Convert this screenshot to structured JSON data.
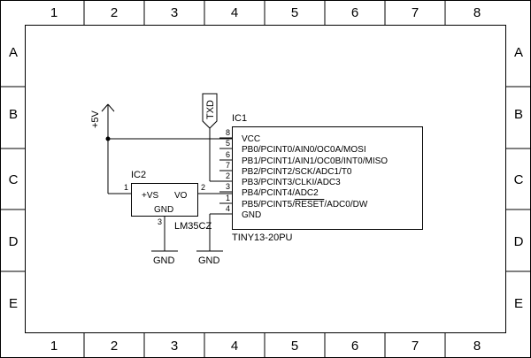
{
  "frame": {
    "columns": [
      "1",
      "2",
      "3",
      "4",
      "5",
      "6",
      "7",
      "8"
    ],
    "rows": [
      "A",
      "B",
      "C",
      "D",
      "E"
    ]
  },
  "ic1": {
    "ref": "IC1",
    "value": "TINY13-20PU",
    "pins": [
      {
        "num": "8",
        "name": "VCC"
      },
      {
        "num": "5",
        "name": "PB0/PCINT0/AIN0/OC0A/MOSI"
      },
      {
        "num": "6",
        "name": "PB1/PCINT1/AIN1/OC0B/INT0/MISO"
      },
      {
        "num": "7",
        "name": "PB2/PCINT2/SCK/ADC1/T0"
      },
      {
        "num": "2",
        "name": "PB3/PCINT3/CLKI/ADC3"
      },
      {
        "num": "3",
        "name": "PB4/PCINT4/ADC2"
      },
      {
        "num": "1",
        "name_pre": "PB5/PCINT5/",
        "name_over": "RESET",
        "name_post": "/ADC0/DW"
      },
      {
        "num": "4",
        "name": "GND"
      }
    ]
  },
  "ic2": {
    "ref": "IC2",
    "value": "LM35CZ",
    "pin_vs_label": "+VS",
    "pin_vo_label": "VO",
    "pin_gnd_label": "GND",
    "pin_vs_num": "1",
    "pin_vo_num": "2",
    "pin_gnd_num": "3"
  },
  "power": {
    "vcc_label": "+5V"
  },
  "grounds": [
    "GND",
    "GND"
  ],
  "port": {
    "txd_label": "TXD"
  }
}
